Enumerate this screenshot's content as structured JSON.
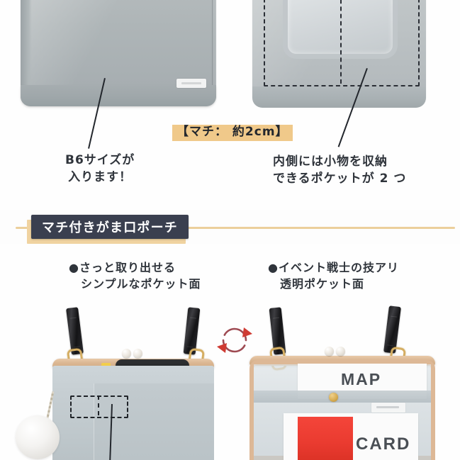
{
  "page": {
    "language": "ja",
    "background_color": "#fdfdfd"
  },
  "top_section": {
    "spec_badge": {
      "text": "【マチ： 約2cm】",
      "highlight_color": "#f0c98a",
      "text_color": "#23272d"
    },
    "caption_left": "B6サイズが\n入ります！",
    "caption_right": "内側には小物を収納\nできるポケットが 2 つ",
    "left_photo": {
      "alt": "gray-pouch-front",
      "brand_label": ""
    },
    "right_photo": {
      "alt": "gray-pouch-interior-pockets",
      "annotation": "dashed-pocket-outline"
    }
  },
  "section_banner": {
    "label": "マチ付きがま口ポーチ",
    "chip_color": "#3a3f4f",
    "text_color": "#ffffff",
    "shadow_color": "#f0d3a0",
    "rule_color": "#eccf9b"
  },
  "bottom_section": {
    "caption_left": "●さっと取り出せる\n　シンプルなポケット面",
    "caption_right": "●イベント戦士の技アリ\n　透明ポケット面",
    "rotate_icon": {
      "name": "rotate-arrows-icon",
      "color": "#c0392b"
    },
    "left_bag": {
      "alt": "kisslock-pouch-simple-pocket-side",
      "strap_color": "#1d1d1f",
      "frame_color": "#ddb896"
    },
    "right_bag": {
      "alt": "kisslock-pouch-clear-pocket-side",
      "card_labels": [
        "MAP",
        "CARD"
      ],
      "red_card_color": "#ea3b30",
      "frame_color": "#ddb896"
    }
  }
}
